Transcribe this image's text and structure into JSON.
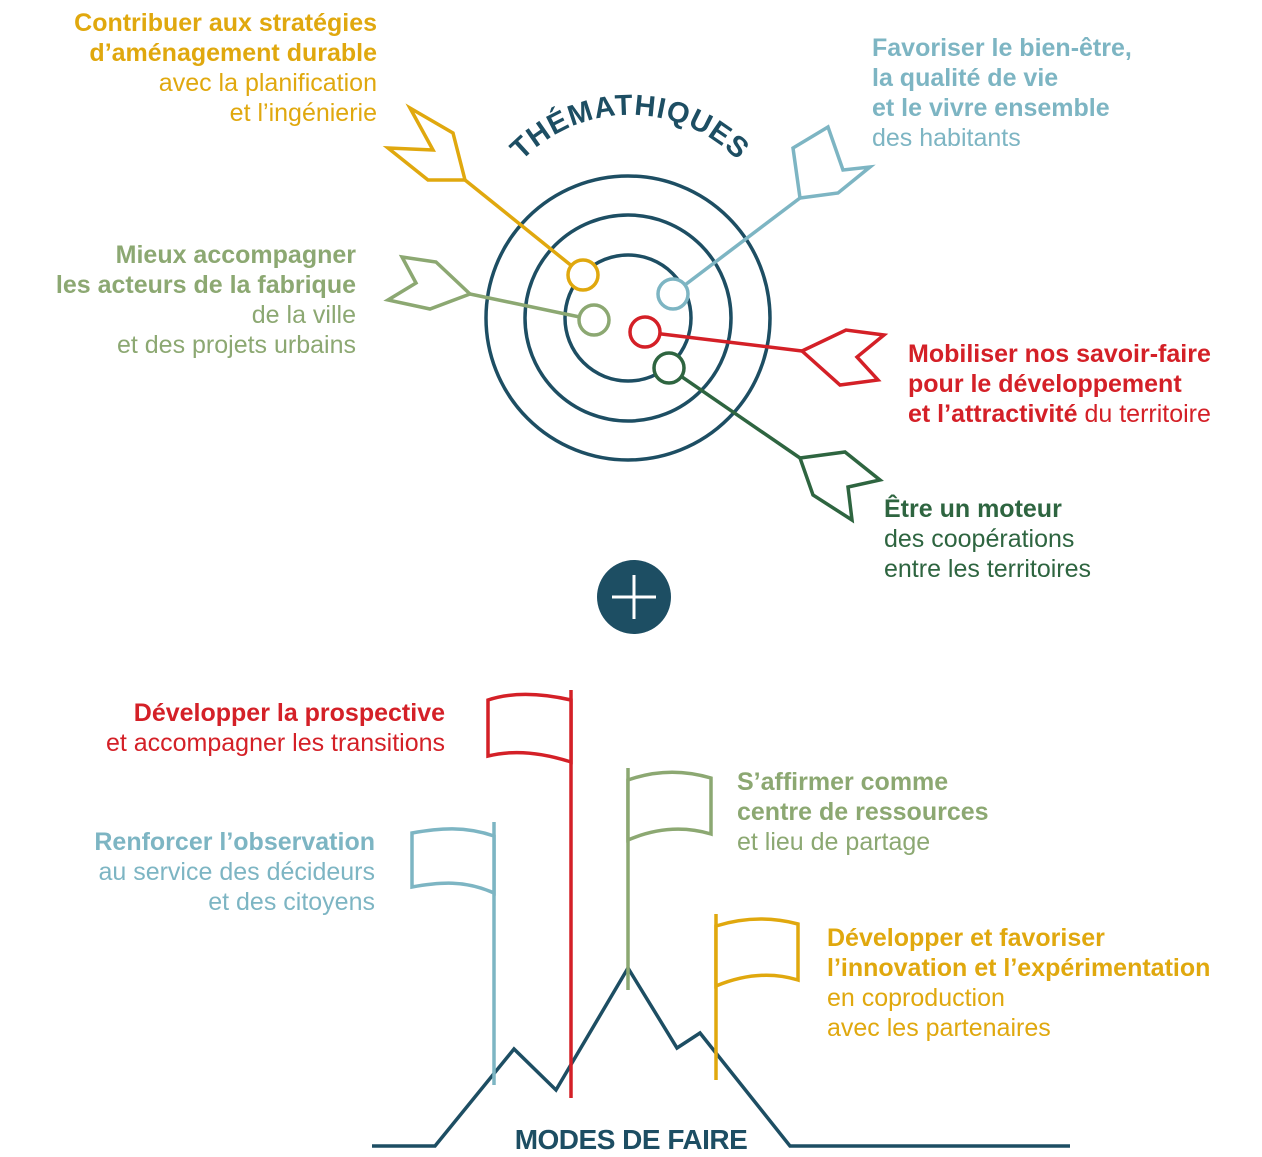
{
  "thematiques": {
    "arc_title": "THÉMATHIQUES",
    "strategies": {
      "bold_1": "Contribuer aux stratégies",
      "bold_2": "d’aménagement durable",
      "normal_1": "avec la planification",
      "normal_2": "et l’ingénierie"
    },
    "bien_etre": {
      "bold_1": "Favoriser le bien-être,",
      "bold_2": "la qualité de vie",
      "bold_3": "et le vivre ensemble",
      "normal_1": "des habitants"
    },
    "acteurs": {
      "bold_1": "Mieux accompagner",
      "bold_2": "les acteurs de la fabrique",
      "normal_1": "de la ville",
      "normal_2": "et des projets urbains"
    },
    "savoir_faire": {
      "bold_1": "Mobiliser nos savoir-faire",
      "bold_2": "pour le développement",
      "bold_3": "et l’attractivité",
      "normal_3": " du territoire"
    },
    "moteur": {
      "bold_1": "Être un moteur",
      "normal_1": "des coopérations",
      "normal_2": "entre les territoires"
    }
  },
  "plus_symbol": "+",
  "modes": {
    "title": "MODES DE FAIRE",
    "prospective": {
      "bold_1": "Développer la prospective",
      "normal_1": "et accompagner les transitions"
    },
    "observation": {
      "bold_1": "Renforcer l’observation",
      "normal_1": "au service des décideurs",
      "normal_2": "et des citoyens"
    },
    "ressources": {
      "bold_1": "S’affirmer comme",
      "bold_2": "centre de ressources",
      "normal_1": "et lieu de partage"
    },
    "innovation": {
      "bold_1": "Développer et favoriser",
      "bold_2": "l’innovation et l’expérimentation",
      "normal_1": "en coproduction",
      "normal_2": "avec les partenaires"
    }
  },
  "colors": {
    "navy": "#1D4E63",
    "gold": "#E0A80E",
    "light_blue": "#7DB5C3",
    "sage": "#8CA872",
    "red": "#D42027",
    "dark_green": "#2E6540"
  }
}
